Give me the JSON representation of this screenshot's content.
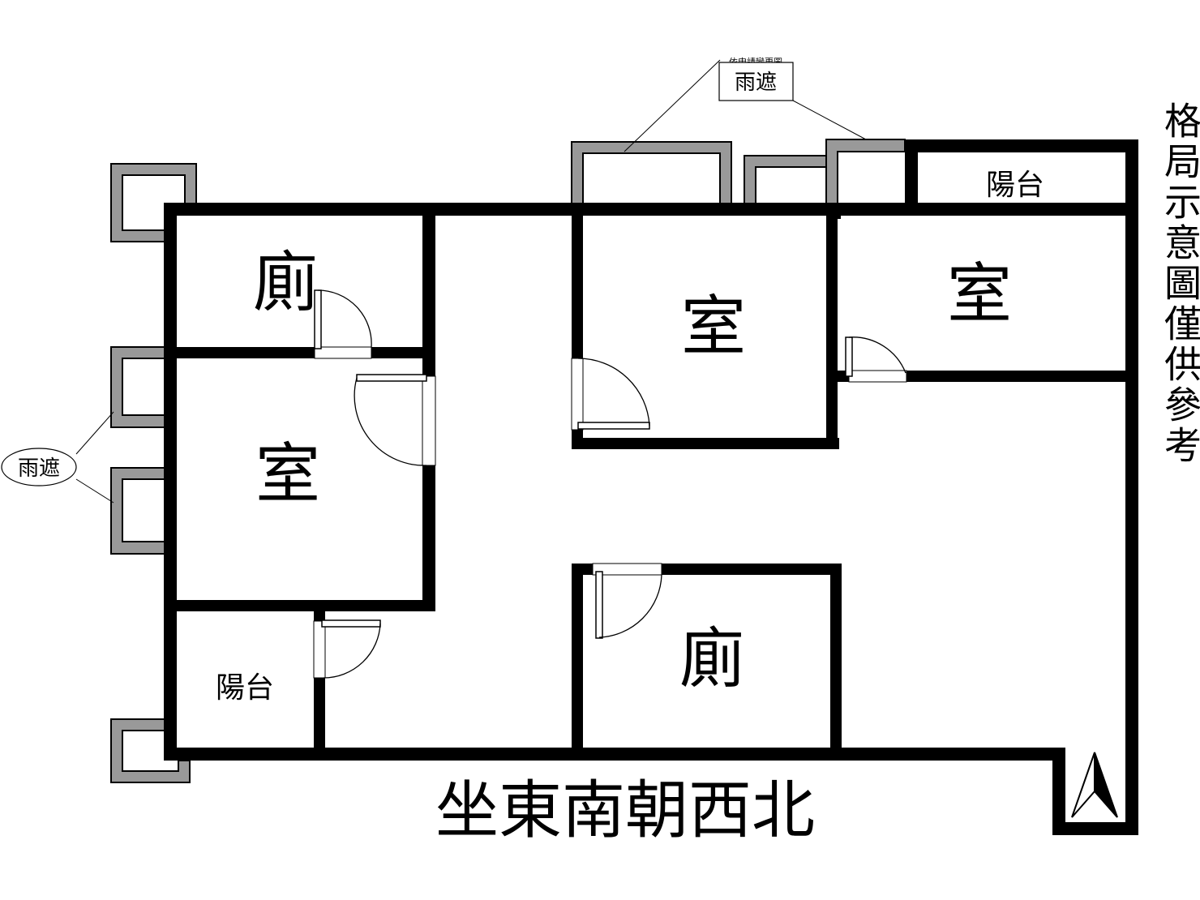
{
  "rooms": {
    "bath_upper": "廁",
    "room_left": "室",
    "room_middle": "室",
    "room_right": "室",
    "bath_lower": "廁",
    "balcony_top": "陽台",
    "balcony_bottom": "陽台"
  },
  "callouts": {
    "canopy_left": "雨遮",
    "canopy_top": "雨遮",
    "canopy_top_note": "依申請變更圖"
  },
  "orientation": "坐東南朝西北",
  "note": "格局示意圖僅供參考",
  "colors": {
    "wall": "#000000",
    "canopy": "#999999"
  },
  "icons": {
    "north_arrow": "north-arrow-icon"
  }
}
